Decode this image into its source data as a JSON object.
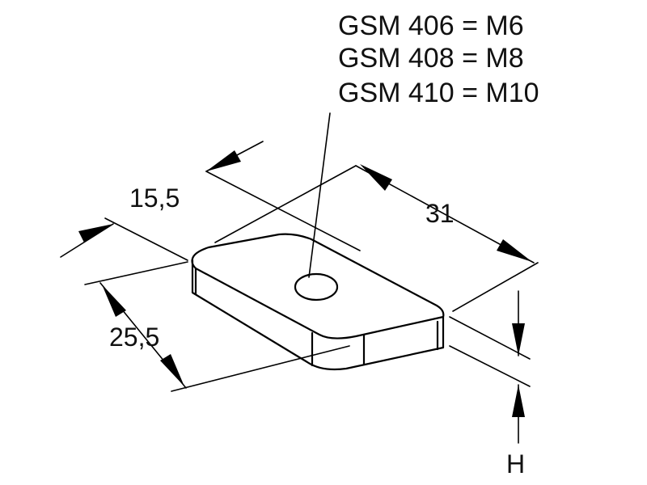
{
  "specs": [
    "GSM 406 = M6",
    "GSM 408 = M8",
    "GSM 410 = M10"
  ],
  "dimensions": {
    "width": "15,5",
    "length": "31",
    "offset": "25,5",
    "height": "H"
  }
}
